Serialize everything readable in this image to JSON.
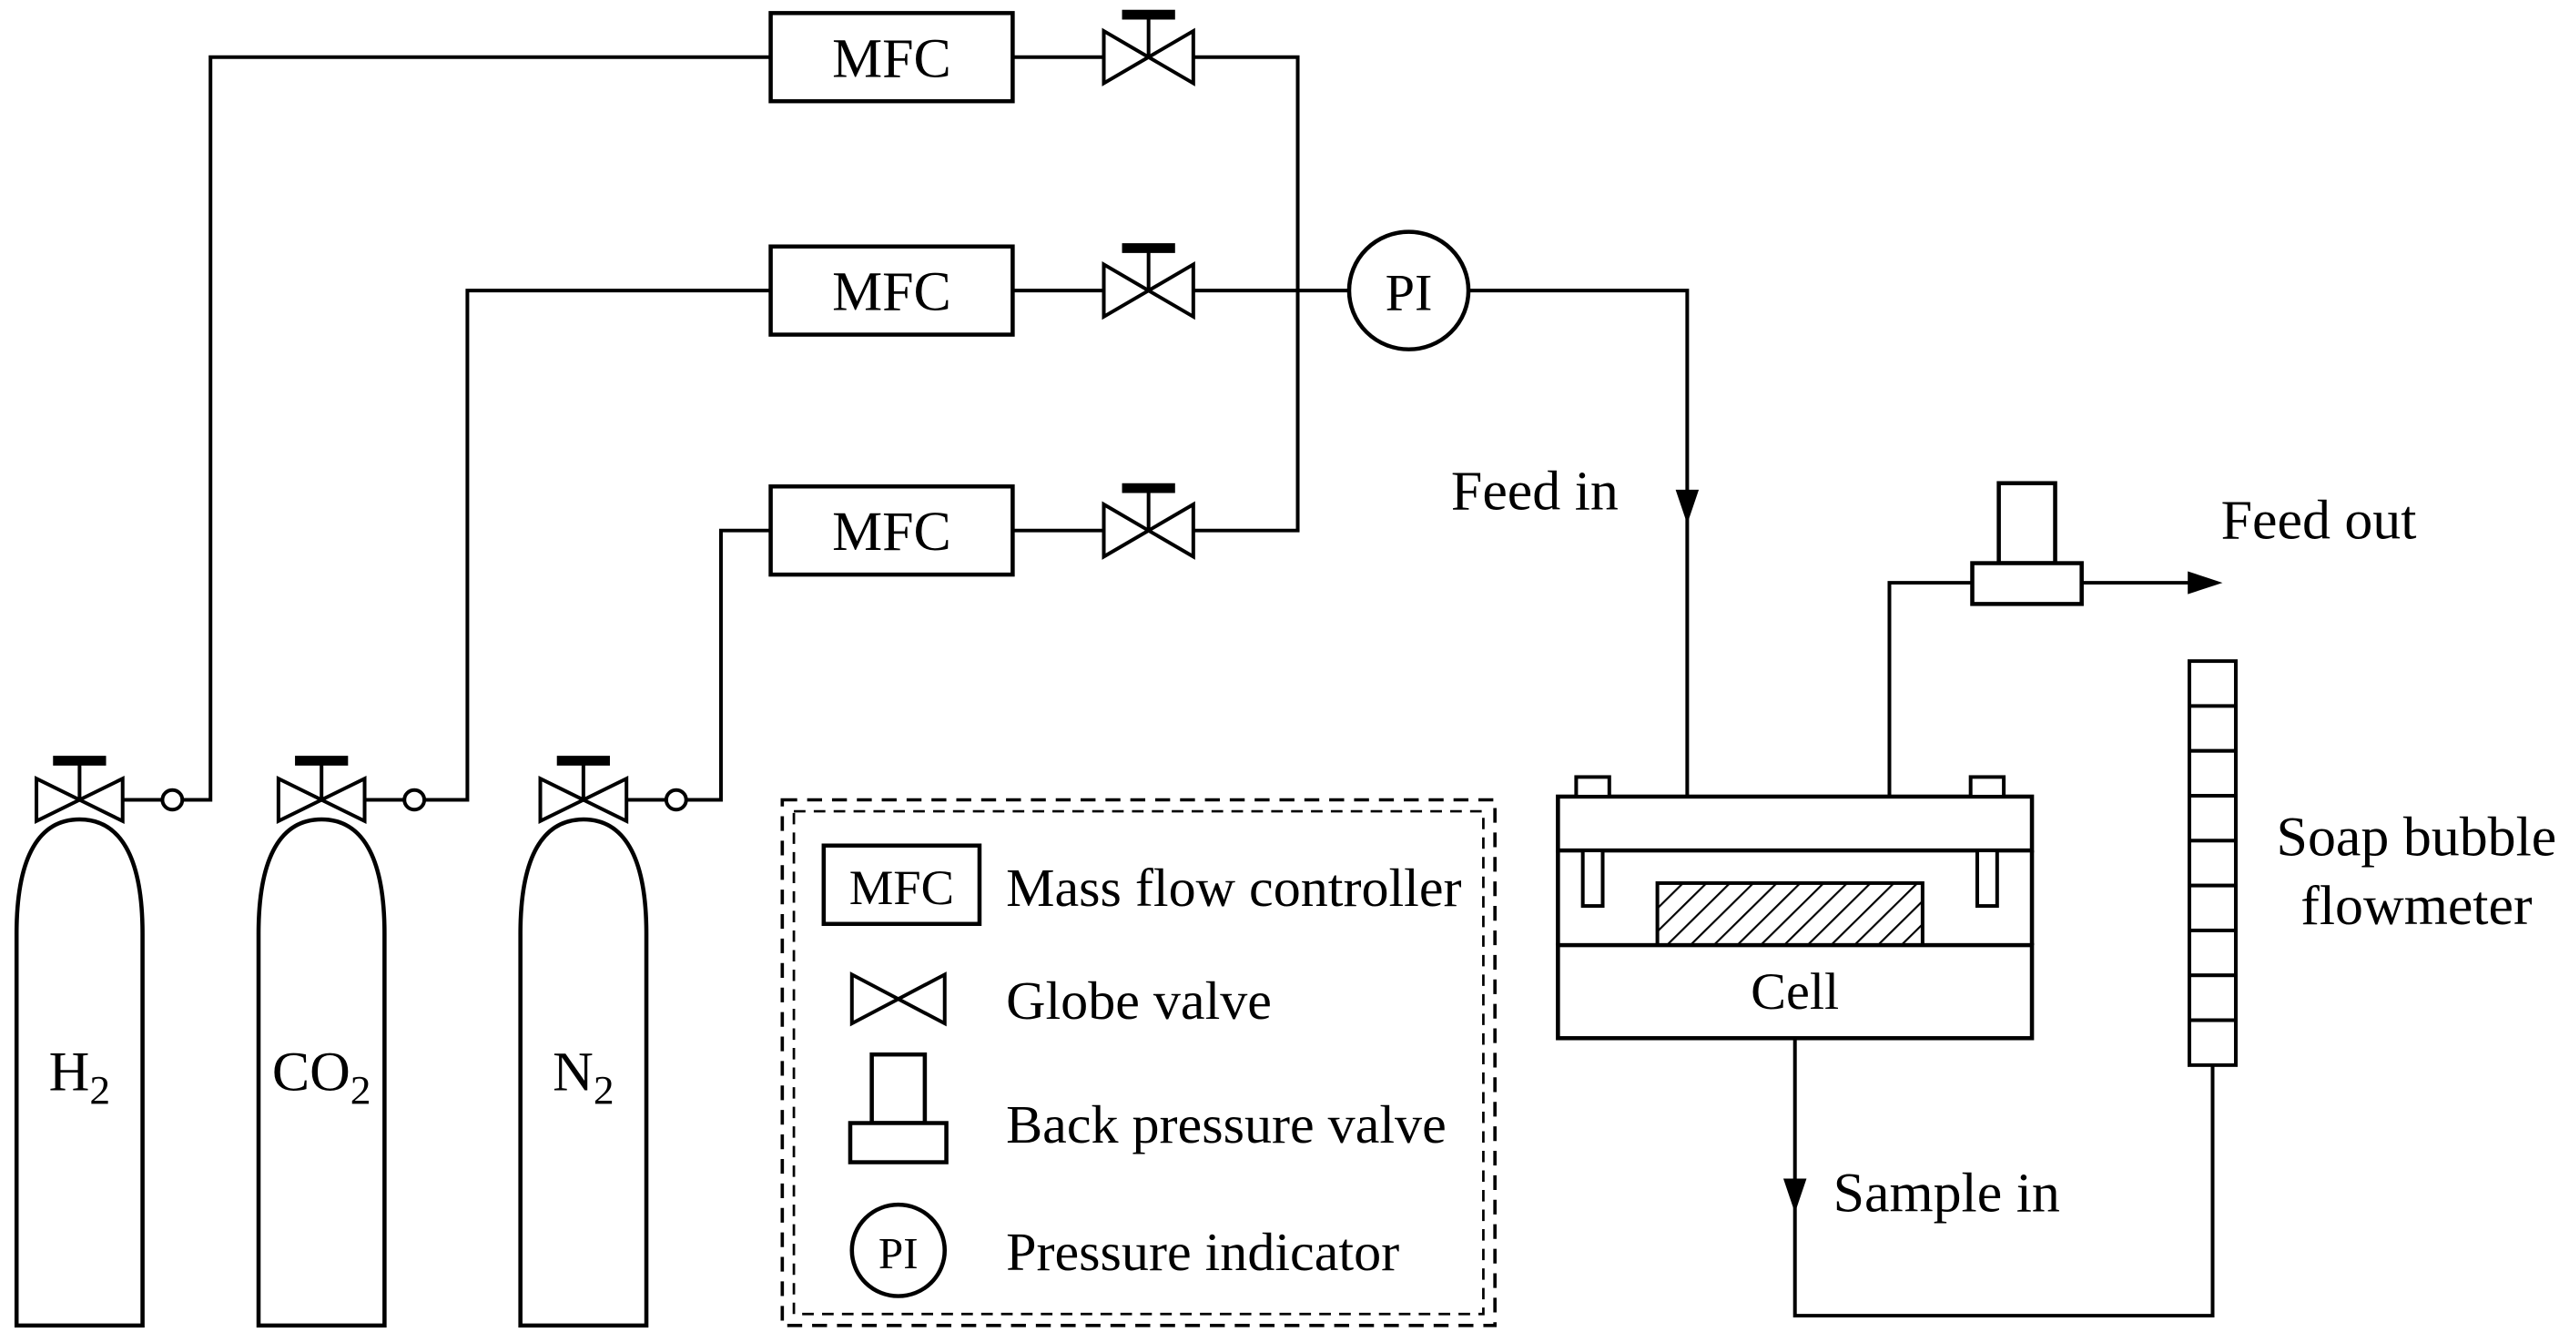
{
  "diagram_type": "process-flow-schematic",
  "colors": {
    "stroke": "#000000",
    "background": "#ffffff"
  },
  "labels": {
    "mfc": "MFC",
    "pi": "PI",
    "feed_in": "Feed in",
    "feed_out": "Feed out",
    "sample_in": "Sample in",
    "cell": "Cell",
    "flowmeter_line1": "Soap bubble",
    "flowmeter_line2": "flowmeter"
  },
  "gases": [
    {
      "symbol": "H",
      "subscript": "2"
    },
    {
      "symbol": "CO",
      "subscript": "2"
    },
    {
      "symbol": "N",
      "subscript": "2"
    }
  ],
  "legend": {
    "items": [
      {
        "symbol": "mfc-box-icon",
        "label": "Mass flow controller"
      },
      {
        "symbol": "globe-valve-icon",
        "label": "Globe valve"
      },
      {
        "symbol": "back-pressure-valve-icon",
        "label": "Back pressure valve"
      },
      {
        "symbol": "pressure-indicator-icon",
        "label": "Pressure indicator"
      }
    ]
  }
}
